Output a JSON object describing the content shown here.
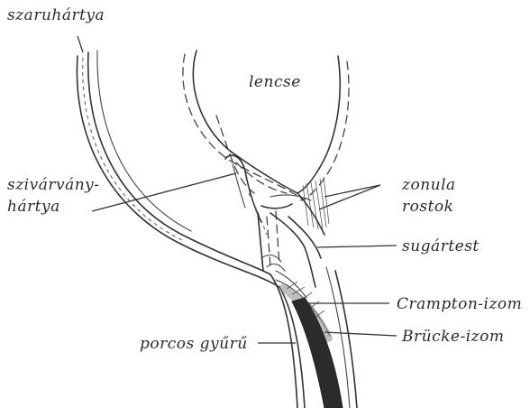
{
  "labels": {
    "cornea": "szaruhártya",
    "lens": "lencse",
    "iris_line1": "szivárvány-",
    "iris_line2": "hártya",
    "zonula_line1": "zonula",
    "zonula_line2": "rostok",
    "ciliary_body": "sugártest",
    "crampton": "Crampton-izom",
    "brucke": "Brücke-izom",
    "cartilage_ring": "porcos gyűrű"
  }
}
